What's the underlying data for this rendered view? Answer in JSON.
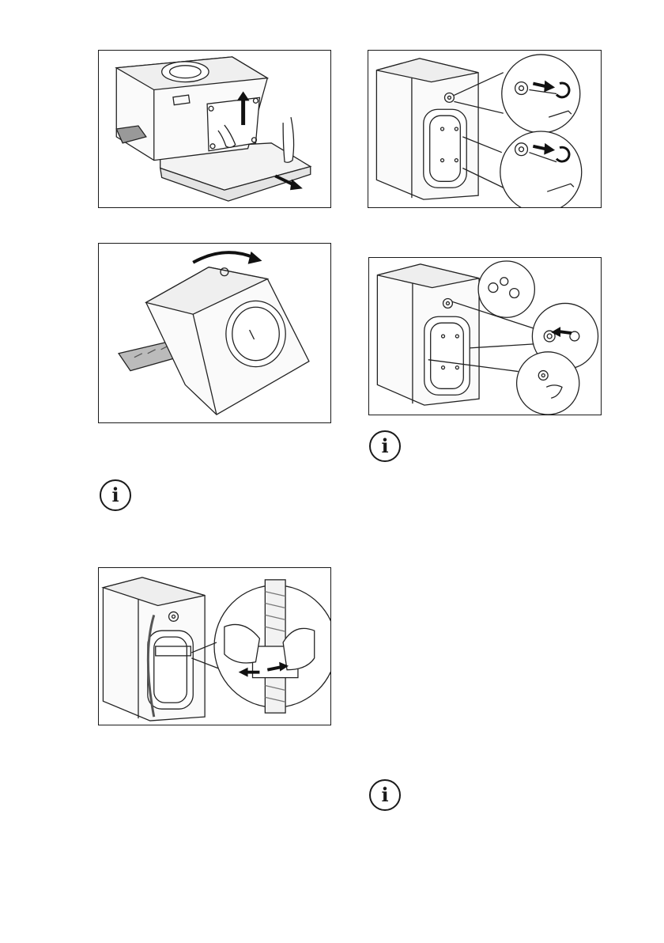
{
  "page": {
    "info_glyph": "i",
    "footer_text": ""
  },
  "figures": [
    {
      "id": "fig-remove-packaging-base",
      "icon": "illustration"
    },
    {
      "id": "fig-remove-rear-transit-bolts",
      "icon": "illustration"
    },
    {
      "id": "fig-tilt-machine-remove-polystyrene",
      "icon": "illustration"
    },
    {
      "id": "fig-insert-plastic-caps",
      "icon": "illustration"
    },
    {
      "id": "fig-release-hose-clips",
      "icon": "illustration"
    }
  ],
  "info_icons": [
    "info-icon",
    "info-icon",
    "info-icon"
  ]
}
